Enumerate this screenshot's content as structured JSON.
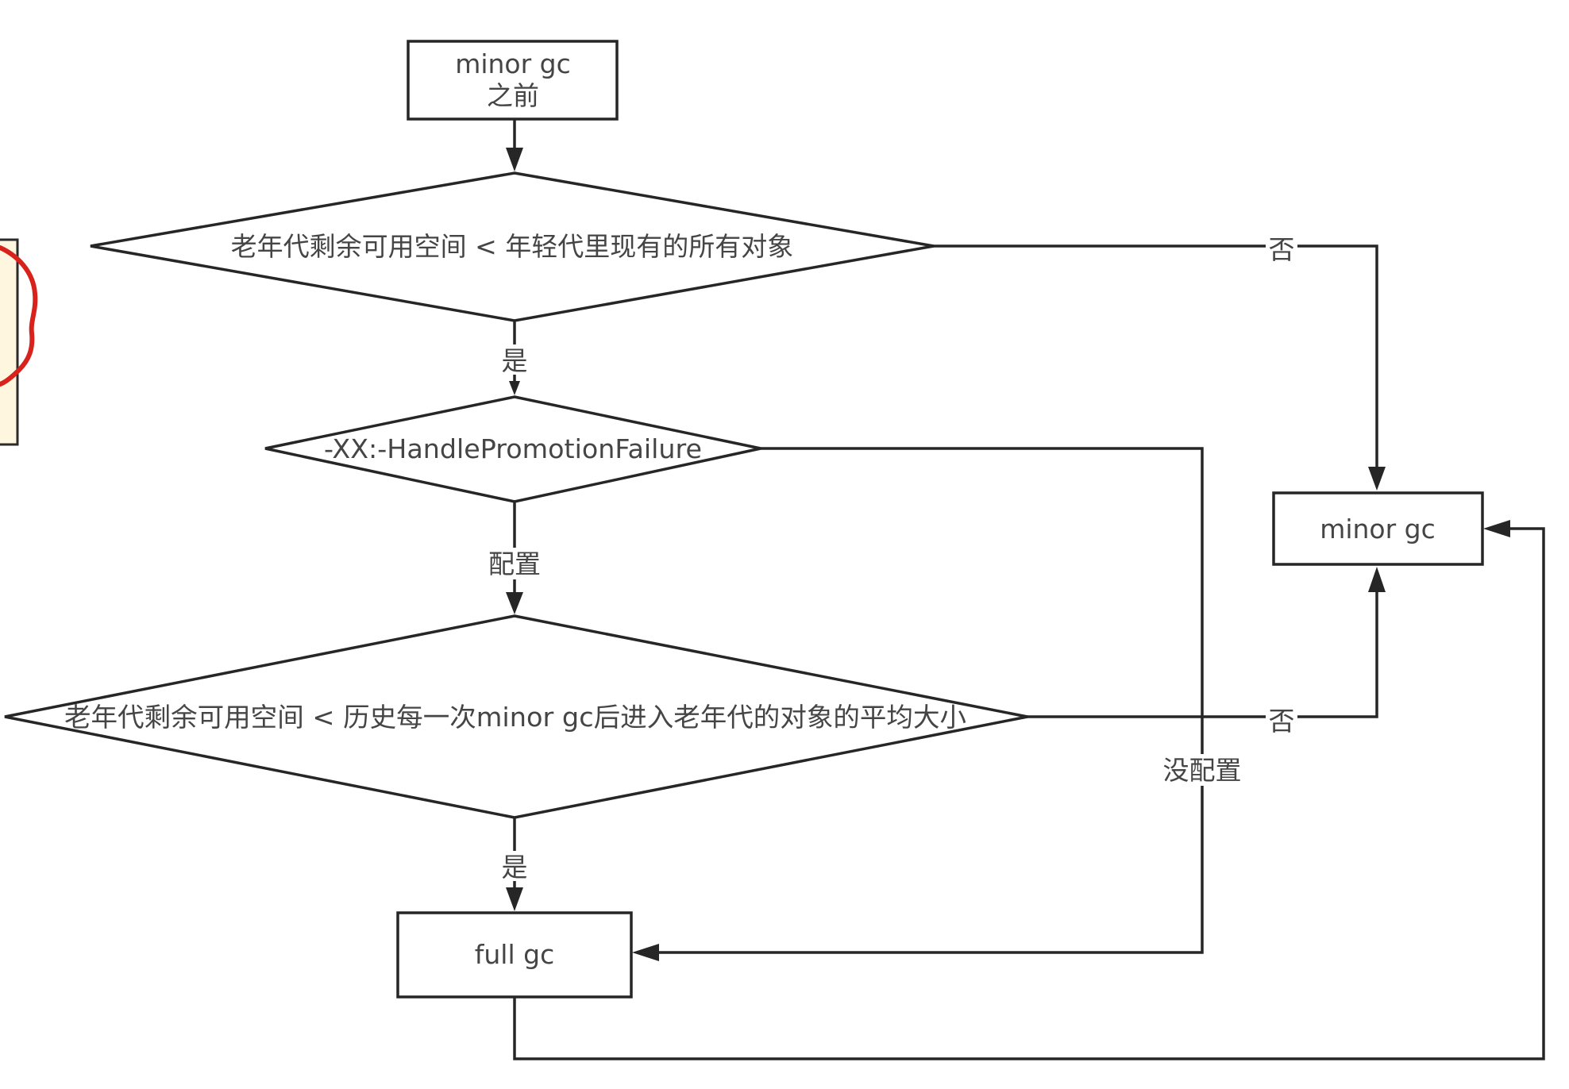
{
  "nodes": {
    "start": {
      "line1": "minor gc",
      "line2": "之前"
    },
    "decision1": {
      "text": "老年代剩余可用空间 < 年轻代里现有的所有对象"
    },
    "decision2": {
      "text": "-XX:-HandlePromotionFailure"
    },
    "decision3": {
      "text": "老年代剩余可用空间 < 历史每一次minor gc后进入老年代的对象的平均大小"
    },
    "minor_gc": {
      "text": "minor gc"
    },
    "full_gc": {
      "text": "full gc"
    }
  },
  "edge_labels": {
    "d1_yes": "是",
    "d1_no": "否",
    "d2_configured": "配置",
    "d2_not_configured": "没配置",
    "d3_yes": "是",
    "d3_no": "否"
  },
  "colors": {
    "stroke": "#262626",
    "text": "#454545",
    "card_fill": "#fef6df",
    "annotation": "#d8231c"
  }
}
